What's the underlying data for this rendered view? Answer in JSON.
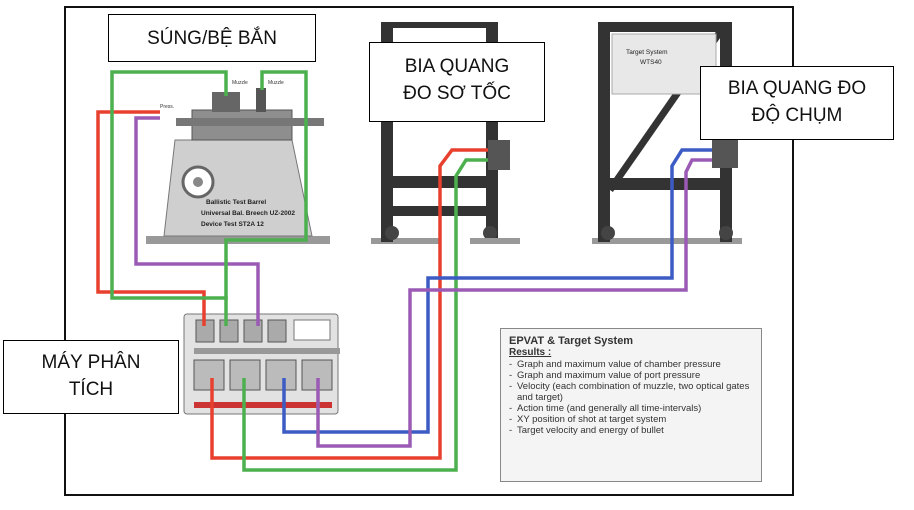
{
  "labels": {
    "gun": "SÚNG/BỆ BẮN",
    "target1": [
      "BIA QUANG",
      "ĐO SƠ TỐC"
    ],
    "target2": [
      "BIA QUANG ĐO",
      "ĐỘ CHỤM"
    ],
    "analyzer": [
      "MÁY PHÂN",
      "TÍCH"
    ]
  },
  "bench": {
    "line1": "Ballistic Test Barrel",
    "line2": "Universal Bal. Breech UZ-2002",
    "line3": "Device Test ST2A 12",
    "tag_pressure": "Press.",
    "tag_muzzle1": "Muzzle",
    "tag_muzzle2": "Muzzle"
  },
  "target_frame_label": [
    "Target System",
    "WTS40"
  ],
  "results_box": {
    "title": "EPVAT & Target System",
    "subtitle": "Results :",
    "items": [
      "Graph and maximum value of chamber pressure",
      "Graph and maximum value of port pressure",
      "Velocity (each combination of muzzle, two optical gates and target)",
      "Action time (and generally all time-intervals)",
      "XY position of shot at target system",
      "Target velocity and energy of bullet"
    ]
  },
  "wire_colors": {
    "red": "#e8402e",
    "green": "#4cb04e",
    "purple": "#9b5bb5",
    "blue": "#3c5bc4"
  }
}
